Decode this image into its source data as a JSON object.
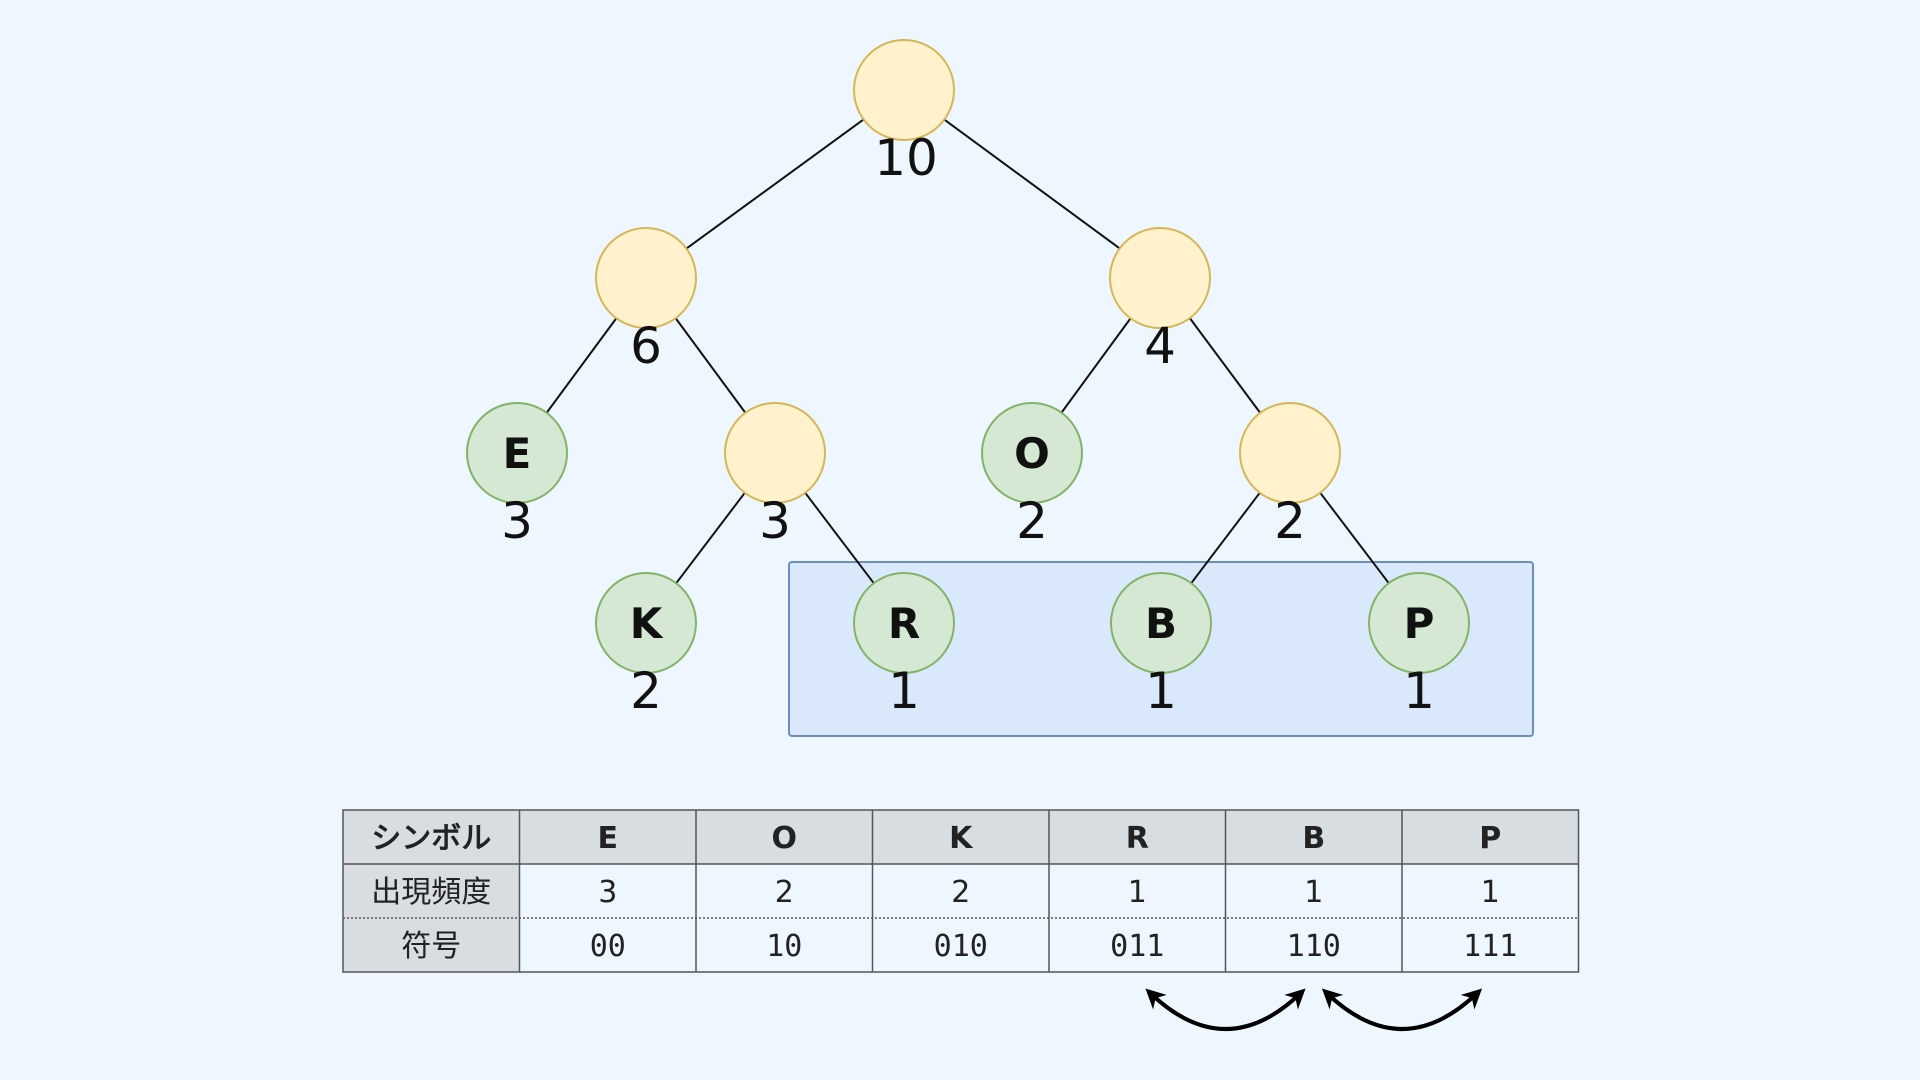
{
  "colors": {
    "background": "#eef7ff",
    "internal_node_fill": "#fff2cc",
    "internal_node_stroke": "#d6b656",
    "leaf_node_fill": "#d5e8d4",
    "leaf_node_stroke": "#82b366",
    "highlight_fill": "#dae8fc",
    "highlight_stroke": "#6c8ebf",
    "table_header_fill": "#d8dde2",
    "table_line": "#555555"
  },
  "tree": {
    "nodes": [
      {
        "id": "root",
        "label": "",
        "weight": "10",
        "leaf": false
      },
      {
        "id": "n6",
        "label": "",
        "weight": "6",
        "leaf": false
      },
      {
        "id": "n4",
        "label": "",
        "weight": "4",
        "leaf": false
      },
      {
        "id": "E",
        "label": "E",
        "weight": "3",
        "leaf": true
      },
      {
        "id": "n3",
        "label": "",
        "weight": "3",
        "leaf": false
      },
      {
        "id": "O",
        "label": "O",
        "weight": "2",
        "leaf": true
      },
      {
        "id": "n2",
        "label": "",
        "weight": "2",
        "leaf": false
      },
      {
        "id": "K",
        "label": "K",
        "weight": "2",
        "leaf": true
      },
      {
        "id": "R",
        "label": "R",
        "weight": "1",
        "leaf": true
      },
      {
        "id": "B",
        "label": "B",
        "weight": "1",
        "leaf": true
      },
      {
        "id": "P",
        "label": "P",
        "weight": "1",
        "leaf": true
      }
    ],
    "edges": [
      [
        "root",
        "n6"
      ],
      [
        "root",
        "n4"
      ],
      [
        "n6",
        "E"
      ],
      [
        "n6",
        "n3"
      ],
      [
        "n4",
        "O"
      ],
      [
        "n4",
        "n2"
      ],
      [
        "n3",
        "K"
      ],
      [
        "n3",
        "R"
      ],
      [
        "n2",
        "B"
      ],
      [
        "n2",
        "P"
      ]
    ],
    "highlighted": [
      "R",
      "B",
      "P"
    ]
  },
  "table": {
    "header": {
      "label": "シンボル",
      "cells": [
        "E",
        "O",
        "K",
        "R",
        "B",
        "P"
      ]
    },
    "rows": [
      {
        "label": "出現頻度",
        "cells": [
          "3",
          "2",
          "2",
          "1",
          "1",
          "1"
        ]
      },
      {
        "label": "符号",
        "cells": [
          "00",
          "10",
          "010",
          "011",
          "110",
          "111"
        ]
      }
    ]
  },
  "swap_arrows": [
    {
      "from": "R",
      "to": "B"
    },
    {
      "from": "B",
      "to": "P"
    }
  ]
}
